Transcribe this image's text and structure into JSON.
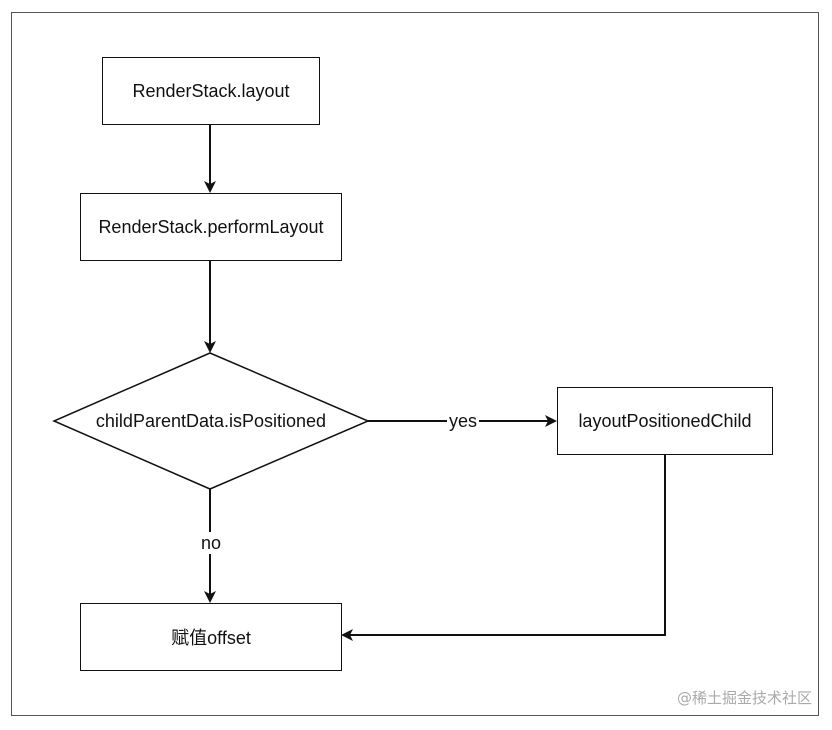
{
  "diagram": {
    "nodes": {
      "layout": {
        "label": "RenderStack.layout"
      },
      "perform_layout": {
        "label": "RenderStack.performLayout"
      },
      "decision": {
        "label": "childParentData.isPositioned"
      },
      "positioned_child": {
        "label": "layoutPositionedChild"
      },
      "assign_offset": {
        "label": "赋值offset"
      }
    },
    "edges": {
      "yes_label": "yes",
      "no_label": "no"
    },
    "watermark": "@稀土掘金技术社区"
  }
}
